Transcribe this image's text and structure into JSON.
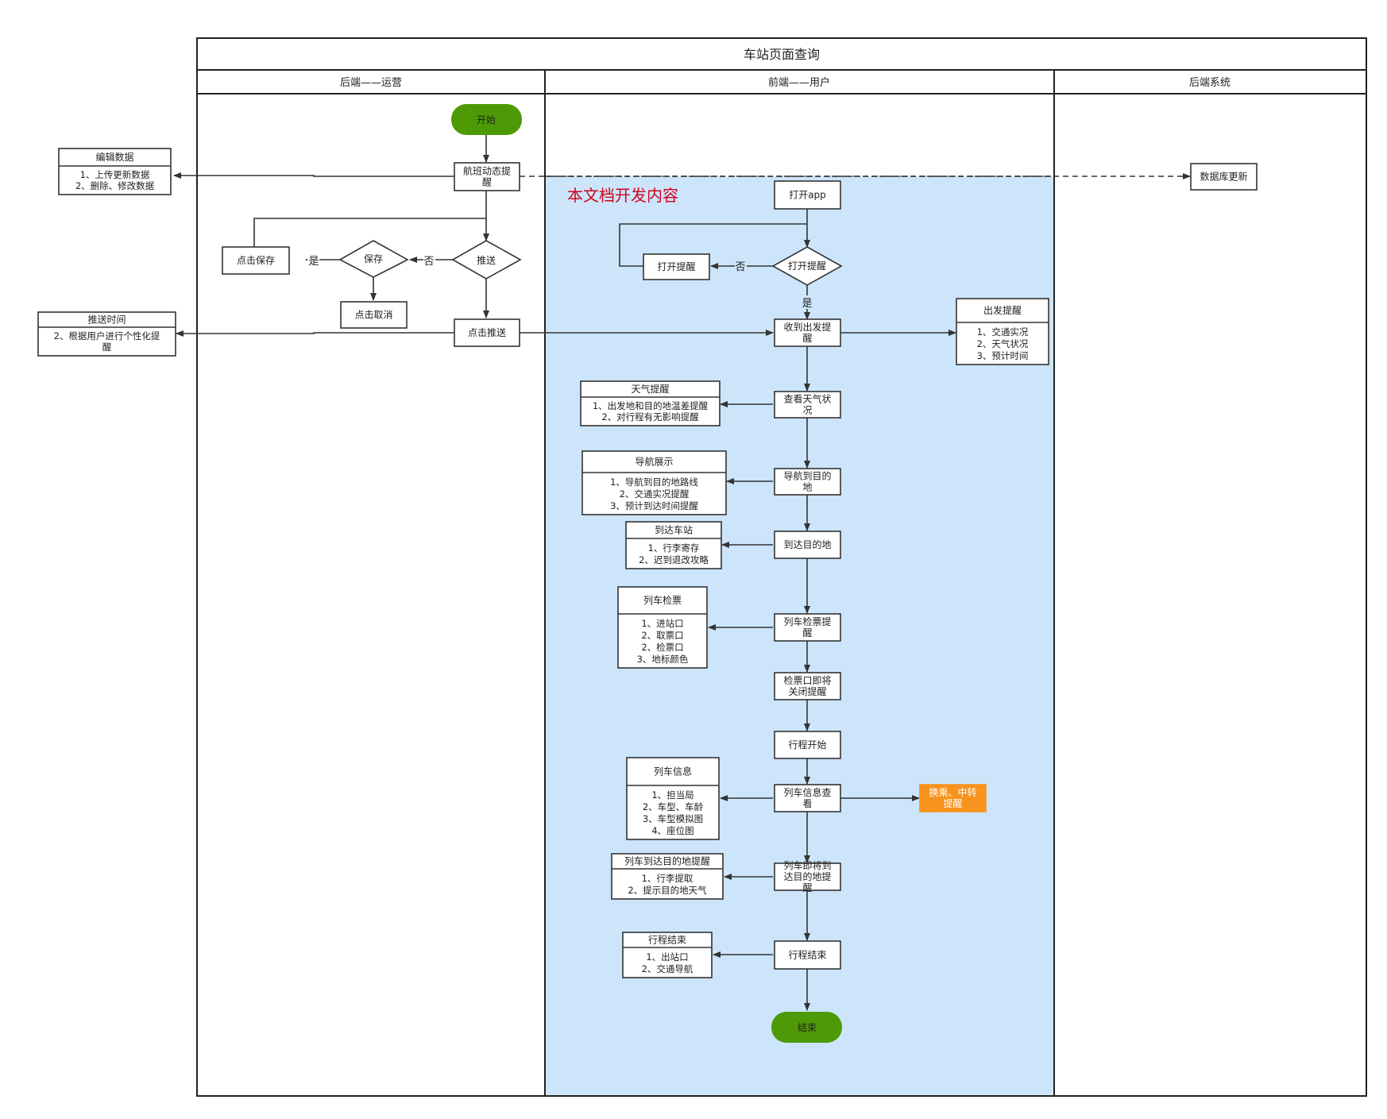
{
  "title": "车站页面查询",
  "lanes": {
    "ops": "后端——运营",
    "user": "前端——用户",
    "system": "后端系统"
  },
  "scope_label": "本文档开发内容",
  "colors": {
    "terminal": "#4e9a06",
    "scope_bg": "#cce5fb",
    "scope_text": "#d0021b",
    "highlight": "#f7931e",
    "line": "#333333"
  },
  "nodes": {
    "start": "开始",
    "flight_remind": [
      "航班动态提",
      "醒"
    ],
    "push": "推送",
    "save_decision": "保存",
    "click_save": "点击保存",
    "click_cancel": "点击取消",
    "click_push": "点击推送",
    "open_app": "打开app",
    "open_remind_decision": "打开提醒",
    "open_remind": "打开提醒",
    "receive_depart": [
      "收到出发提",
      "醒"
    ],
    "view_weather": [
      "查看天气状",
      "况"
    ],
    "navigate": [
      "导航到目的",
      "地"
    ],
    "arrive": "到达目的地",
    "ticket_check": [
      "列车检票提",
      "醒"
    ],
    "gate_closing": [
      "检票口即将",
      "关闭提醒"
    ],
    "trip_start": "行程开始",
    "train_info": [
      "列车信息查",
      "看"
    ],
    "transfer": [
      "换乘、中转",
      "提醒"
    ],
    "near_dest": [
      "列车即将到",
      "达目的地提",
      "醒"
    ],
    "trip_end": "行程结束",
    "end": "结束",
    "db_update": "数据库更新"
  },
  "edge_labels": {
    "no_push": "否",
    "yes_save": "是",
    "no_open": "否",
    "yes_open": "是"
  },
  "notes": {
    "edit_data": {
      "title": "编辑数据",
      "items": [
        "1、上传更新数据",
        "2、删除、修改数据"
      ]
    },
    "push_time": {
      "title": "推送时间",
      "items": [
        "2、根据用户进行个性化提",
        "醒"
      ]
    },
    "depart_remind": {
      "title": "出发提醒",
      "items": [
        "1、交通实况",
        "2、天气状况",
        "3、预计时间"
      ]
    },
    "weather_remind": {
      "title": "天气提醒",
      "items": [
        "1、出发地和目的地温差提醒",
        "2、对行程有无影响提醒"
      ]
    },
    "nav_show": {
      "title": "导航展示",
      "items": [
        "1、导航到目的地路线",
        "2、交通实况提醒",
        "3、预计到达时间提醒"
      ]
    },
    "arrive_station": {
      "title": "到达车站",
      "items": [
        "1、行李寄存",
        "2、迟到退改攻略"
      ]
    },
    "ticket_check_note": {
      "title": "列车检票",
      "items": [
        "1、进站口",
        "2、取票口",
        "2、检票口",
        "3、地标颜色"
      ]
    },
    "train_info_note": {
      "title": "列车信息",
      "items": [
        "1、担当局",
        "2、车型、车龄",
        "3、车型模拟图",
        "4、座位图"
      ]
    },
    "arrive_dest_note": {
      "title": "列车到达目的地提醒",
      "items": [
        "1、行李提取",
        "2、提示目的地天气"
      ]
    },
    "trip_end_note": {
      "title": "行程结束",
      "items": [
        "1、出站口",
        "2、交通导航"
      ]
    }
  }
}
